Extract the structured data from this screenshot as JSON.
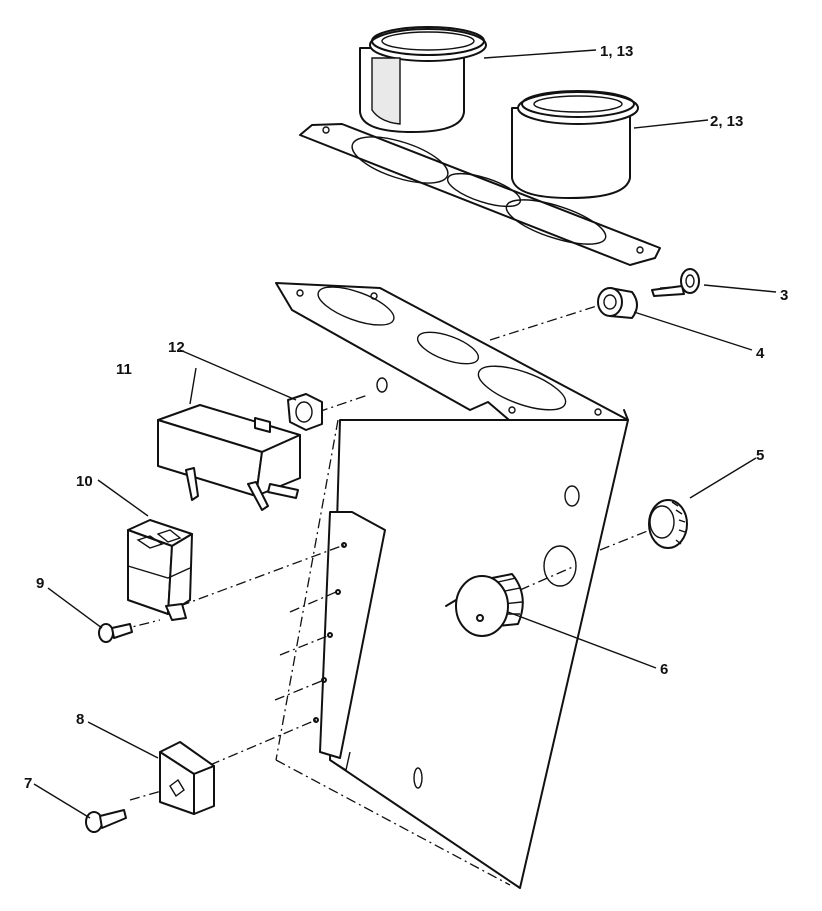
{
  "callouts": [
    {
      "id": "c1",
      "text": "1, 13"
    },
    {
      "id": "c2",
      "text": "2, 13"
    },
    {
      "id": "c3",
      "text": "3"
    },
    {
      "id": "c4",
      "text": "4"
    },
    {
      "id": "c5",
      "text": "5"
    },
    {
      "id": "c6",
      "text": "6"
    },
    {
      "id": "c7",
      "text": "7"
    },
    {
      "id": "c8",
      "text": "8"
    },
    {
      "id": "c9",
      "text": "9"
    },
    {
      "id": "c10",
      "text": "10"
    },
    {
      "id": "c11",
      "text": "11"
    },
    {
      "id": "c12",
      "text": "12"
    }
  ]
}
